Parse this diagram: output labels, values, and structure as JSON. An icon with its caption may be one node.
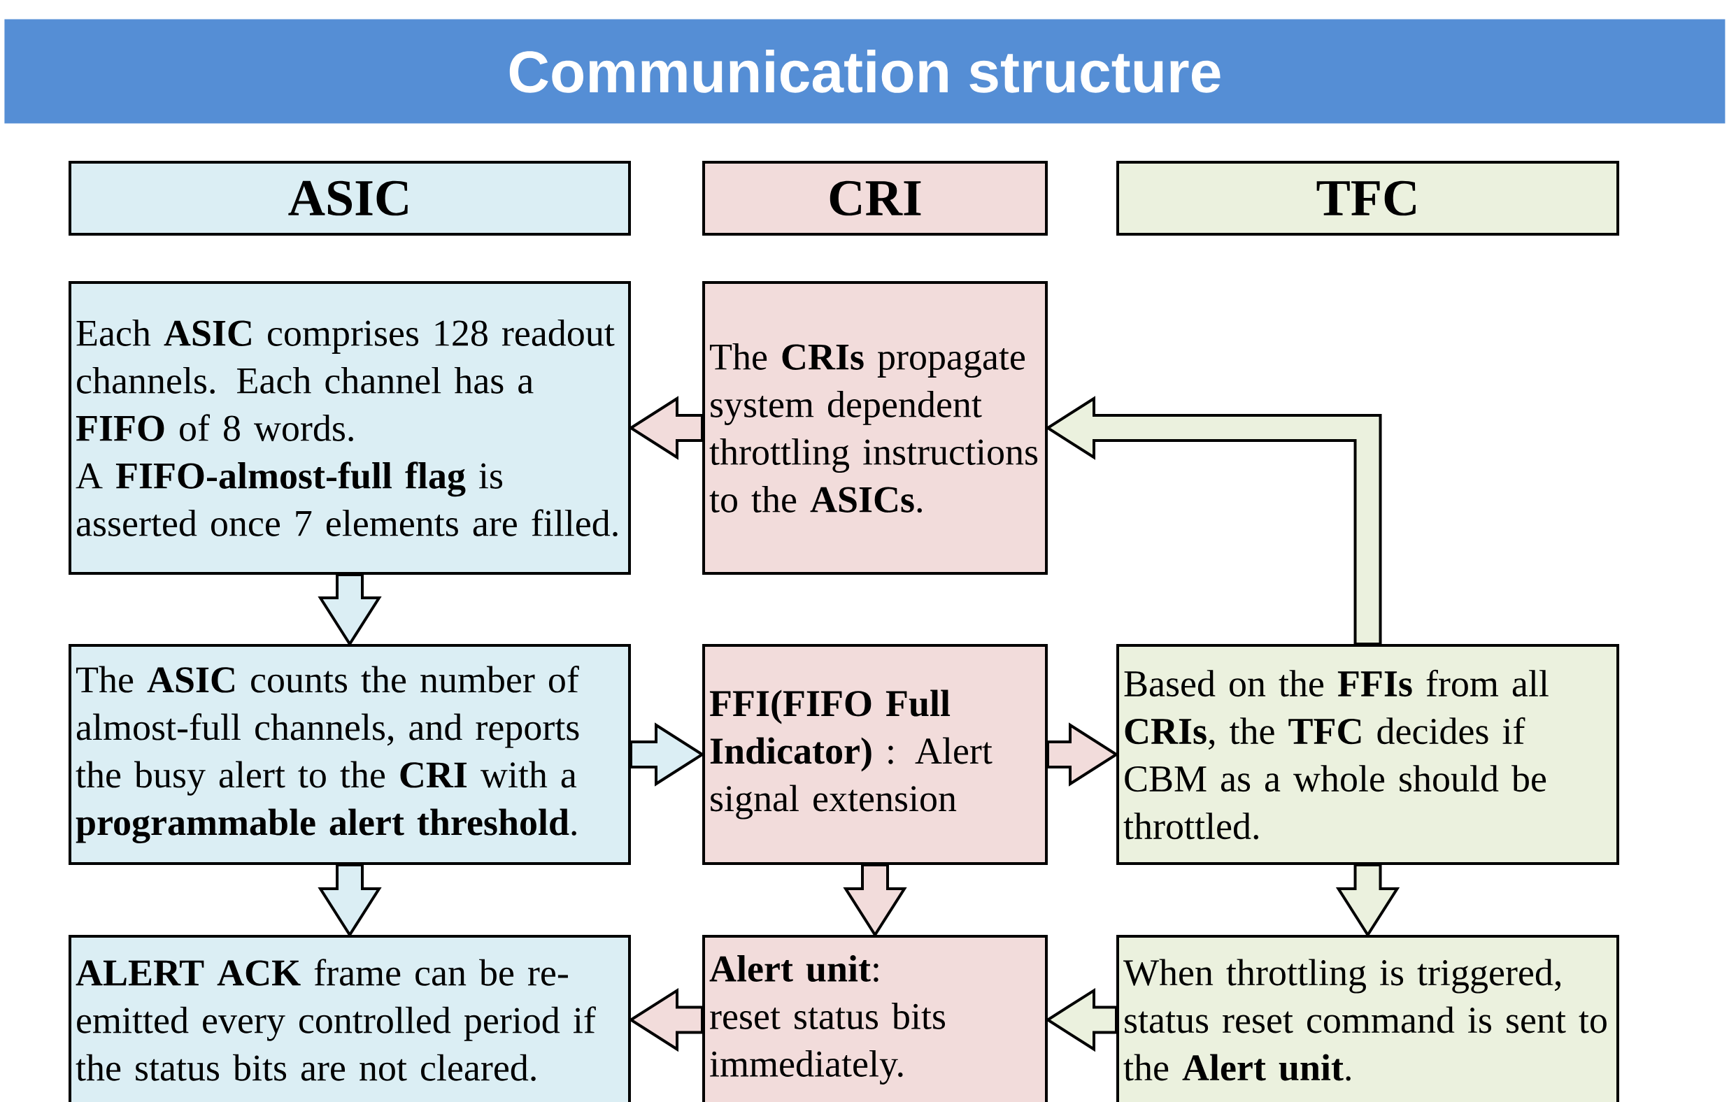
{
  "diagram": {
    "title": "Communication structure",
    "nodes": [
      {
        "text": [
          "ASIC"
        ]
      },
      {
        "text": [
          "CRI"
        ]
      },
      {
        "text": [
          "TFC"
        ]
      },
      {
        "text": [
          "Each **ASIC** comprises 128 readout channels. Each channel has a **FIFO** of 8 words.",
          "A **FIFO-almost-full flag** is asserted once 7 elements are filled."
        ]
      },
      {
        "text": [
          "The **CRIs** propagate system dependent throttling instructions to the **ASICs**."
        ]
      },
      {
        "text": [
          "The **ASIC** counts the number of almost-full channels, and reports the busy alert to the **CRI** with a **programmable alert threshold**."
        ]
      },
      {
        "text": [
          "**FFI(FIFO Full Indicator)** : Alert signal extension"
        ]
      },
      {
        "text": [
          "Based on the **FFIs** from all **CRIs**, the **TFC** decides if CBM as a whole should be throttled."
        ]
      },
      {
        "text": [
          "**ALERT ACK** frame can be re-emitted every controlled period if the status bits are not cleared."
        ]
      },
      {
        "text": [
          "**Alert unit**: reset status bits immediately."
        ]
      },
      {
        "text": [
          "When throttling is triggered, status reset command is sent to the **Alert unit**."
        ]
      }
    ],
    "edges": [
      {
        "from": 4,
        "to": 3,
        "arrow": "to"
      },
      {
        "from": 3,
        "to": 5,
        "arrow": "to",
        "color": "#dbeef4"
      },
      {
        "from": 5,
        "to": 6,
        "arrow": "to",
        "color": "#dbeef4"
      },
      {
        "from": 6,
        "to": 7,
        "arrow": "to"
      },
      {
        "from": 7,
        "to": 4,
        "arrow": "to",
        "color": "#ebf1de"
      },
      {
        "from": 5,
        "to": 8,
        "arrow": "to",
        "color": "#dbeef4"
      },
      {
        "from": 6,
        "to": 9,
        "arrow": "to"
      },
      {
        "from": 7,
        "to": 10,
        "arrow": "to",
        "color": "#ebf1de"
      },
      {
        "from": 9,
        "to": 8,
        "arrow": "to"
      },
      {
        "from": 10,
        "to": 9,
        "arrow": "to",
        "color": "#ebf1de"
      }
    ]
  }
}
